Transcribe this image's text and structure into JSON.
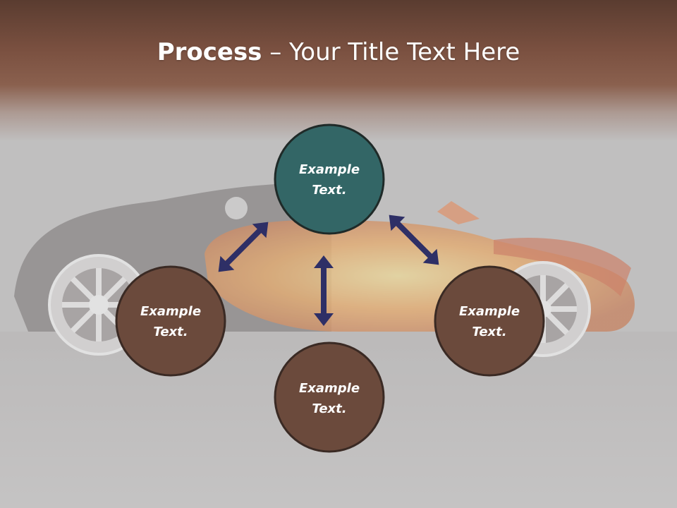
{
  "title": {
    "bold": "Process",
    "rest": " – Your Title Text Here"
  },
  "colors": {
    "header": "#7a5040",
    "center_node": "#336666",
    "outer_node": "#6b4a3c",
    "node_border": "#3a2a24",
    "arrow": "#2e2f66"
  },
  "nodes": {
    "top": {
      "line1": "Example",
      "line2": "Text."
    },
    "left": {
      "line1": "Example",
      "line2": "Text."
    },
    "right": {
      "line1": "Example",
      "line2": "Text."
    },
    "bottom": {
      "line1": "Example",
      "line2": "Text."
    }
  }
}
